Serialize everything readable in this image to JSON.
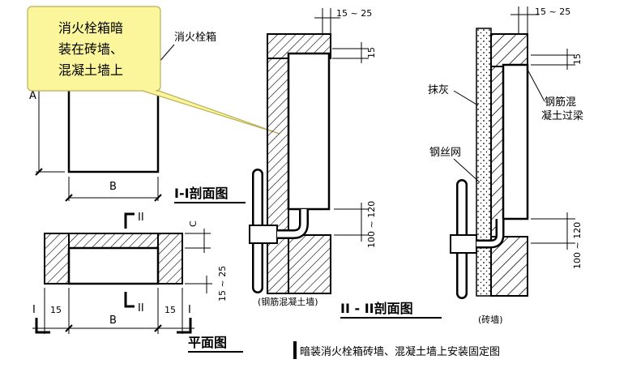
{
  "callout": {
    "line1": "消火栓箱暗",
    "line2": "装在砖墙、",
    "line3": "混凝土墙上"
  },
  "labels": {
    "box_label": "消火栓箱",
    "dim_a": "A",
    "dim_b": "B",
    "dim_c": "C",
    "plan_b": "B",
    "dim_15_left": "15",
    "dim_15_right": "15",
    "gap_15_25_plan": "15 ~ 25",
    "gap_15_25_mid": "15 ~ 25",
    "gap_15_25_right": "15 ~ 25",
    "dim_15_mid": "15",
    "dim_15_rt": "15",
    "dim_100_120_mid": "100 ~ 120",
    "dim_100_120_right": "100 ~ 120",
    "sec_ii_top": "II",
    "sec_ii_bot": "II",
    "sec_i_left": "I",
    "sec_i_right": "I",
    "plaster": "抹灰",
    "wire_mesh": "钢丝网",
    "lintel_1": "钢筋混",
    "lintel_2": "凝土过梁",
    "rc_wall": "(钢筋混凝土墙)",
    "brick_wall": "(砖墙)"
  },
  "titles": {
    "section_1": "I-I剖面图",
    "section_2": "II - II剖面图",
    "plan": "平面图",
    "caption": "暗装消火栓箱砖墙、混凝土墙上安装固定图"
  }
}
